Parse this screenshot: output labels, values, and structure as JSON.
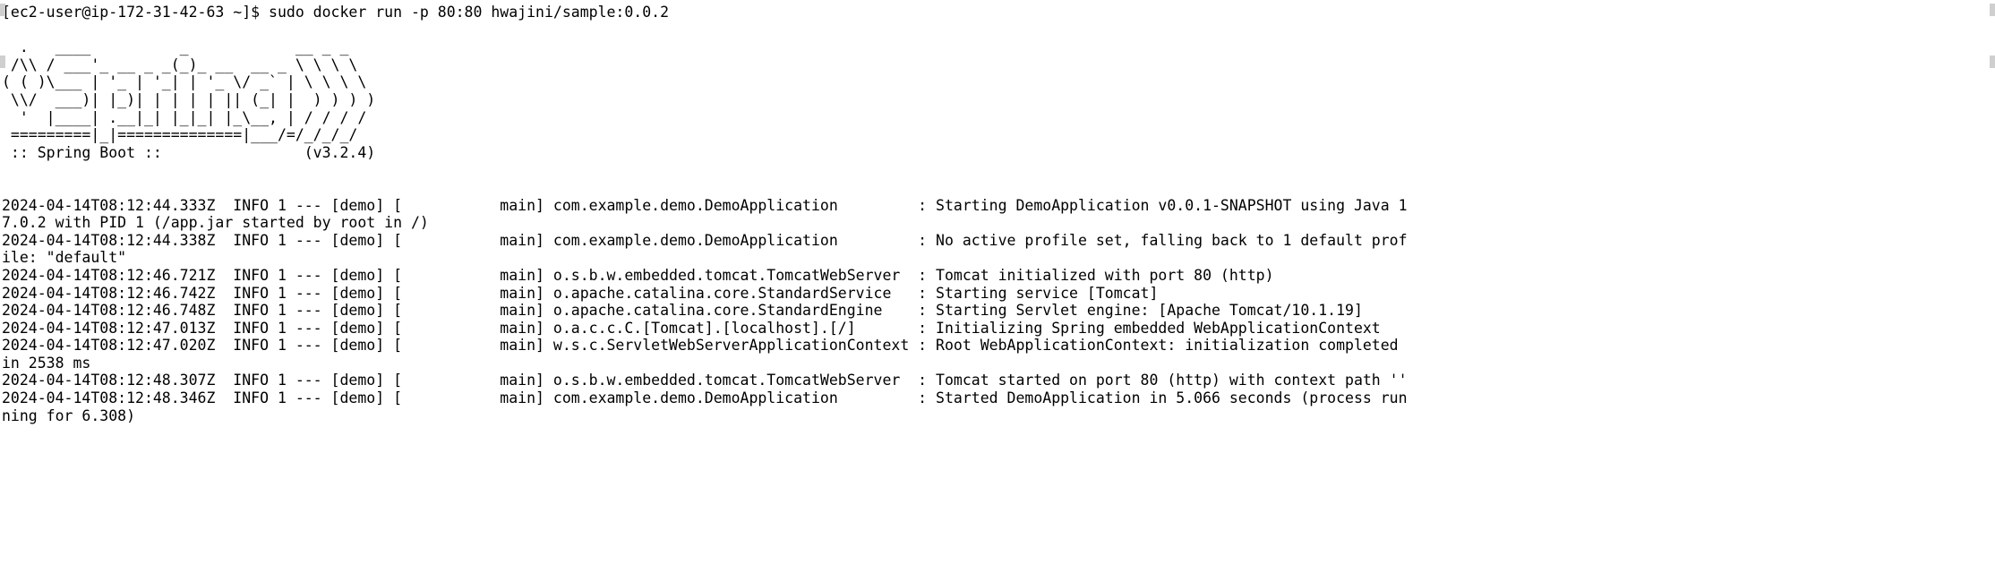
{
  "terminal": {
    "prompt_line": "[ec2-user@ip-172-31-42-63 ~]$ sudo docker run -p 80:80 hwajini/sample:0.0.2",
    "banner": [
      "  .   ____          _            __ _ _",
      " /\\\\ / ___'_ __ _ _(_)_ __  __ _ \\ \\ \\ \\",
      "( ( )\\___ | '_ | '_| | '_ \\/ _` | \\ \\ \\ \\",
      " \\\\/  ___)| |_)| | | | | || (_| |  ) ) ) )",
      "  '  |____| .__|_| |_|_| |_\\__, | / / / /",
      " =========|_|==============|___/=/_/_/_/",
      " :: Spring Boot ::                (v3.2.4)"
    ],
    "log_lines": [
      "2024-04-14T08:12:44.333Z  INFO 1 --- [demo] [           main] com.example.demo.DemoApplication         : Starting DemoApplication v0.0.1-SNAPSHOT using Java 1",
      "7.0.2 with PID 1 (/app.jar started by root in /)",
      "2024-04-14T08:12:44.338Z  INFO 1 --- [demo] [           main] com.example.demo.DemoApplication         : No active profile set, falling back to 1 default prof",
      "ile: \"default\"",
      "2024-04-14T08:12:46.721Z  INFO 1 --- [demo] [           main] o.s.b.w.embedded.tomcat.TomcatWebServer  : Tomcat initialized with port 80 (http)",
      "2024-04-14T08:12:46.742Z  INFO 1 --- [demo] [           main] o.apache.catalina.core.StandardService   : Starting service [Tomcat]",
      "2024-04-14T08:12:46.748Z  INFO 1 --- [demo] [           main] o.apache.catalina.core.StandardEngine    : Starting Servlet engine: [Apache Tomcat/10.1.19]",
      "2024-04-14T08:12:47.013Z  INFO 1 --- [demo] [           main] o.a.c.c.C.[Tomcat].[localhost].[/]       : Initializing Spring embedded WebApplicationContext",
      "2024-04-14T08:12:47.020Z  INFO 1 --- [demo] [           main] w.s.c.ServletWebServerApplicationContext : Root WebApplicationContext: initialization completed",
      "in 2538 ms",
      "2024-04-14T08:12:48.307Z  INFO 1 --- [demo] [           main] o.s.b.w.embedded.tomcat.TomcatWebServer  : Tomcat started on port 80 (http) with context path ''",
      "2024-04-14T08:12:48.346Z  INFO 1 --- [demo] [           main] com.example.demo.DemoApplication         : Started DemoApplication in 5.066 seconds (process run",
      "ning for 6.308)"
    ],
    "colors": {
      "background": "#ffffff",
      "foreground": "#000000"
    }
  }
}
